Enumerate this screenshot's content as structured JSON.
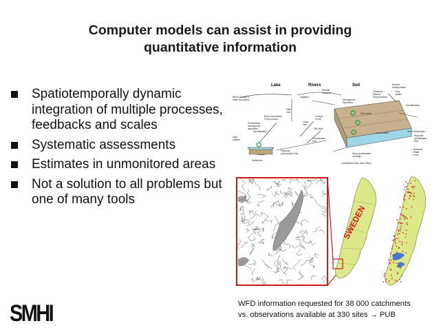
{
  "slide": {
    "title_line1": "Computer models can assist in providing",
    "title_line2": "quantitative information",
    "bullets": [
      "Spatiotemporally dynamic integration of multiple processes, feedbacks and scales",
      "Systematic assessments",
      "Estimates in unmonitored areas",
      "Not a solution to all problems but one of many tools"
    ],
    "logo": "SMHI",
    "caption_line1": "WFD information requested for 38 000 catchments",
    "caption_line2": "vs. observations available at 330 sites → PUB"
  },
  "diagram": {
    "header_lake": "Lake",
    "header_rivers": "Rivers",
    "header_soil": "Soil",
    "labels": {
      "rivers_lakes": "Rivers & lakes in",
      "rivers_lakes2": "other sub-basins",
      "main_river": "Main",
      "main_river2": "river",
      "rural_households": "Rural households",
      "point_sources": "Point sources",
      "precipitation": "Precipitation",
      "atmos": "Atmospheric",
      "deposition": "deposition",
      "denitrification": "Denitrification",
      "lake_outflow": "Lake",
      "lake_outflow2": "outflow",
      "sediments": "Sediments",
      "regional_gw": "Regional",
      "regional_gw2": "groundwater flow",
      "irrigation": "Irrigation",
      "local_river": "Local",
      "local_river2": "river",
      "surface_runoff": "Surface",
      "surface_runoff2": "runoff",
      "tile_drain": "Tile drain",
      "groundwater_flow": "Groundwater",
      "groundwater_flow2": "flow",
      "deep_gw": "Deep groundwater",
      "deep_gw2": "recharge",
      "contribution": "Contribution from other HRUs",
      "fertilizers": "Fertilizers,",
      "manure": "Manure,",
      "plant_residues": "Plant residues",
      "crop_uptake": "Crop",
      "crop_uptake2": "uptake",
      "erosion": "Erosion",
      "erosion2": "transportation",
      "denitrification2": "Denitrification",
      "nap_pools": "N&P pools",
      "groundwater": "Groundwater",
      "rural_households2": "Rural households",
      "regional_gw3": "Regional",
      "regional_gw4": "groundwater",
      "regional_gw5": "flow",
      "legend_nutrients": "= Nutrients",
      "legend_water": "= Water",
      "legend_level": "= Level",
      "atmos_dep": "Atmospheric",
      "atmos_dep2": "deposition",
      "rainfall": "Rainfall",
      "transp": "transport"
    }
  },
  "map": {
    "country_label": "SWEDEN"
  },
  "colors": {
    "title": "#1a1a1a",
    "map_frame": "#d01818",
    "land": "#dde88a",
    "land_dark": "#b6c96a",
    "dot": "#c03030",
    "water": "#4b76d8",
    "lake_gray": "#9a9a9a",
    "soil_brown": "#c8b28e",
    "groundwater_blue": "#9fd6e6"
  }
}
